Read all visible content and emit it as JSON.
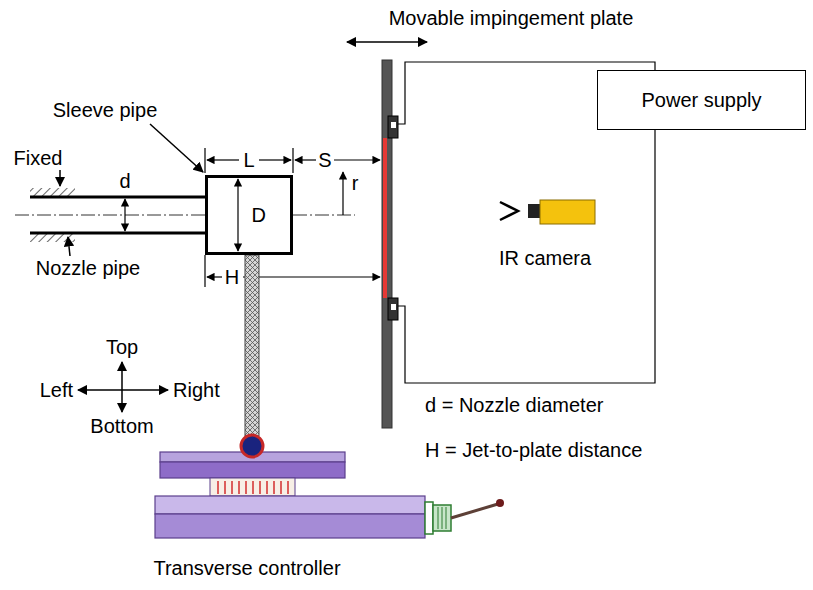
{
  "diagram": {
    "nodes": [
      {
        "text": [
          "Power supply"
        ]
      },
      {
        "text": [
          "D"
        ]
      }
    ],
    "labels": [
      "Movable impingement plate",
      "Sleeve pipe",
      "Fixed",
      "d",
      "L",
      "S",
      "r",
      "Nozzle pipe",
      "H",
      "IR camera",
      "Top",
      "Left",
      "Right",
      "Bottom",
      "d = Nozzle diameter",
      "H = Jet-to-plate distance",
      "Transverse controller"
    ]
  }
}
